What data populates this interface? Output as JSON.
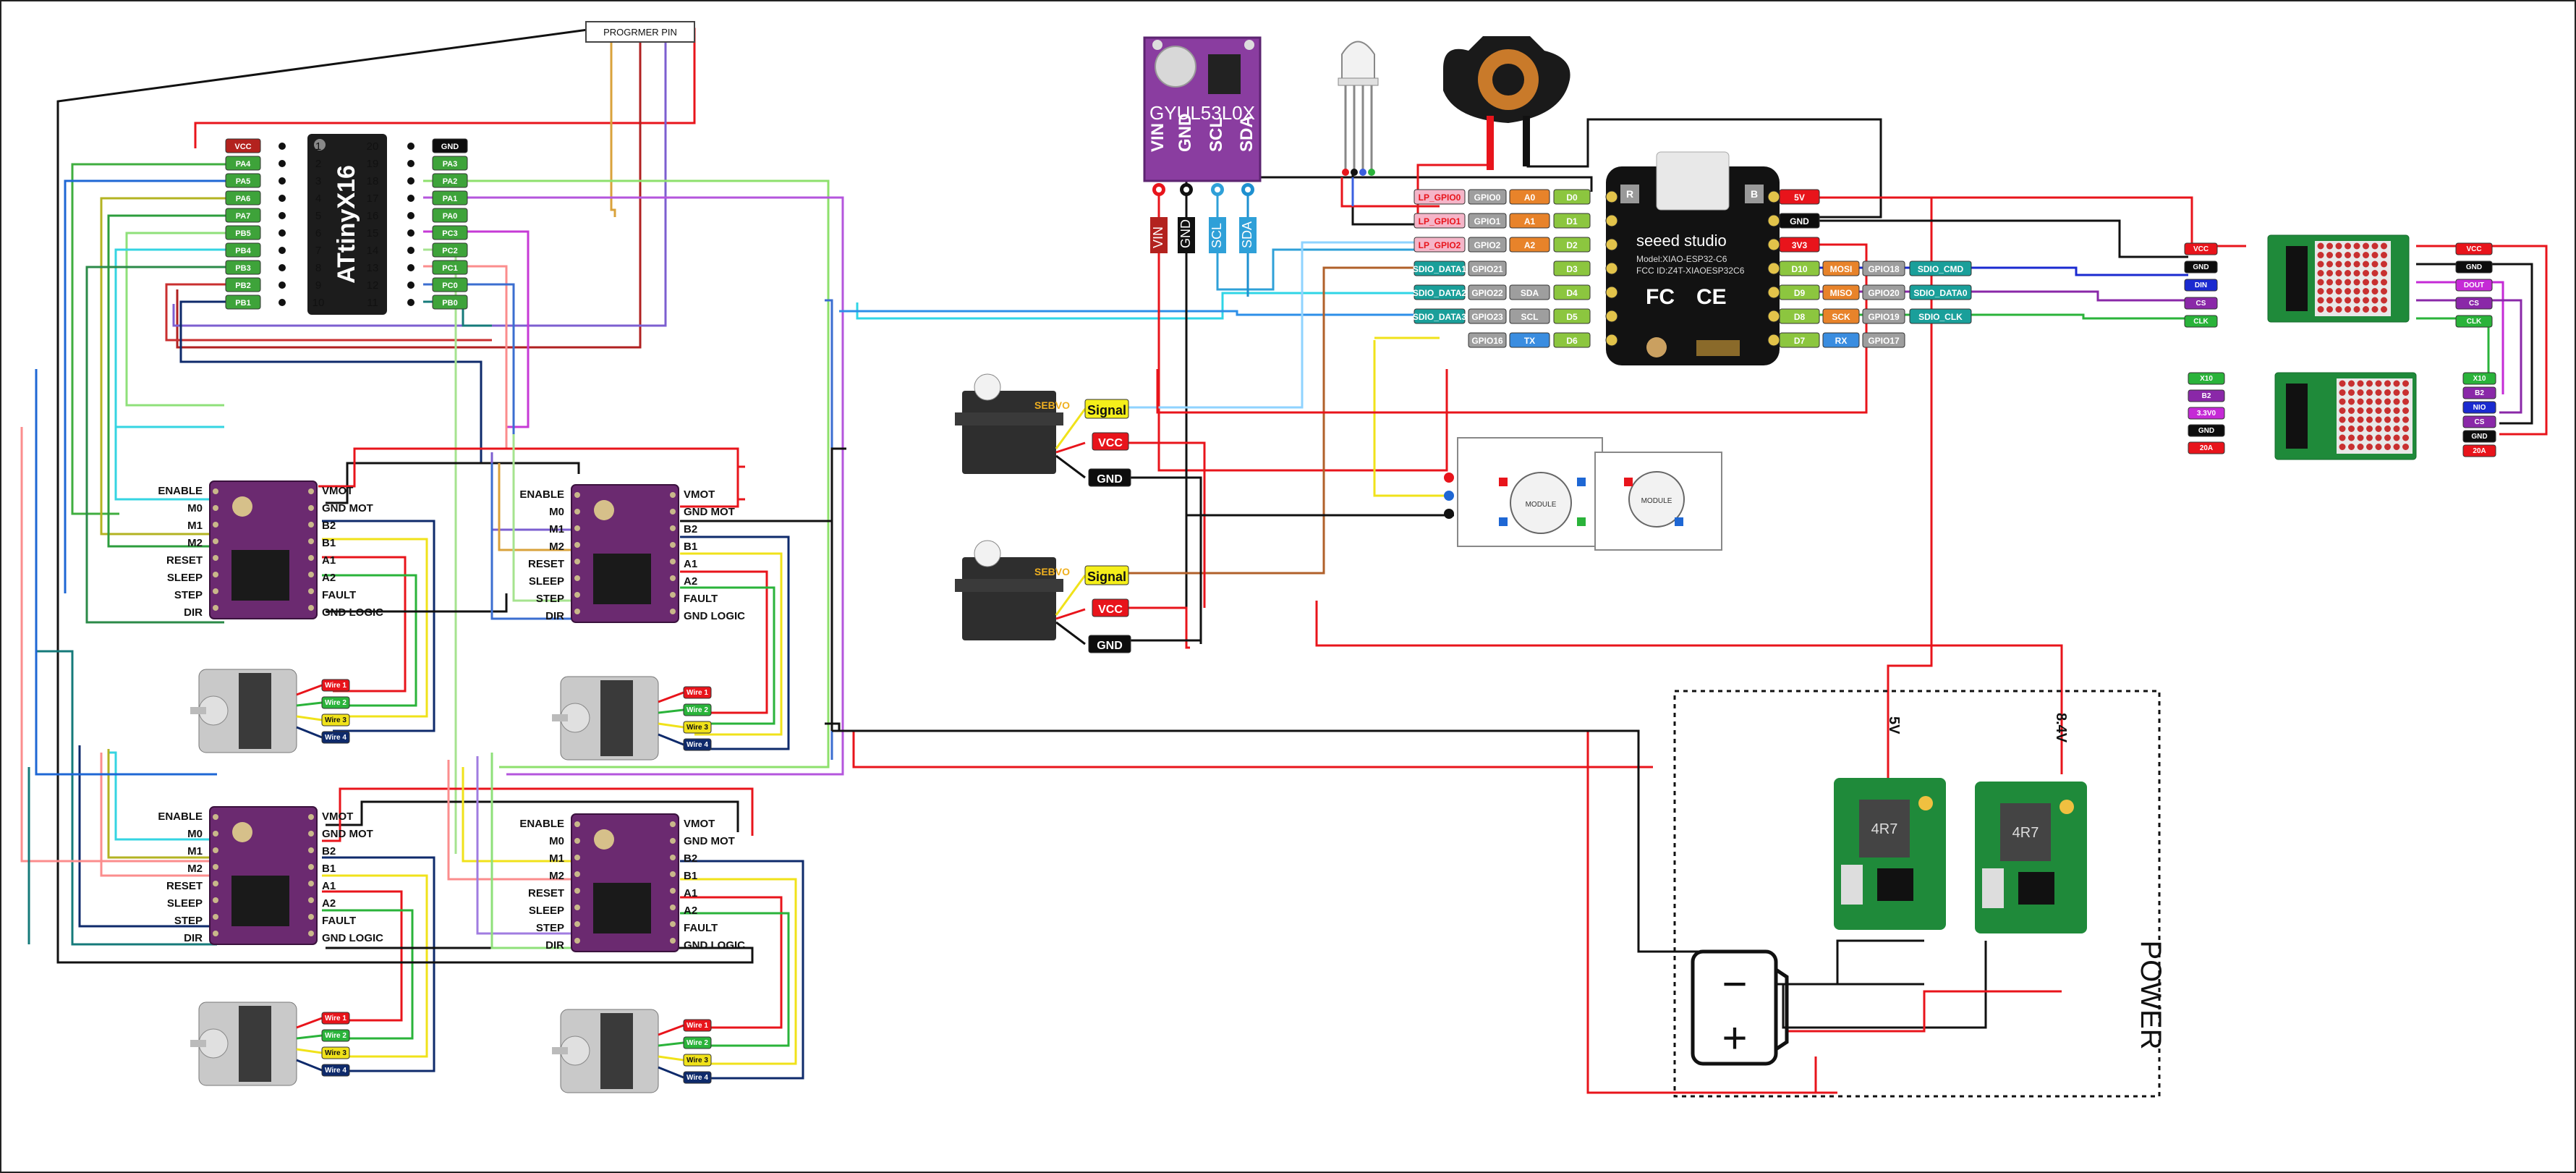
{
  "programmer": {
    "label": "PROGRMER PIN"
  },
  "attiny": {
    "name": "ATtinyX16",
    "left_pins": [
      "VCC",
      "PA4",
      "PA5",
      "PA6",
      "PA7",
      "PB5",
      "PB4",
      "PB3",
      "PB2",
      "PB1"
    ],
    "left_nums": [
      "1",
      "2",
      "3",
      "4",
      "5",
      "6",
      "7",
      "8",
      "9",
      "10"
    ],
    "right_pins": [
      "GND",
      "PA3",
      "PA2",
      "PA1",
      "PA0",
      "PC3",
      "PC2",
      "PC1",
      "PC0",
      "PB0"
    ],
    "right_nums": [
      "20",
      "19",
      "18",
      "17",
      "16",
      "15",
      "14",
      "13",
      "12",
      "11"
    ]
  },
  "driver": {
    "left_pins": [
      "ENABLE",
      "M0",
      "M1",
      "M2",
      "RESET",
      "SLEEP",
      "STEP",
      "DIR"
    ],
    "right_pins": [
      "VMOT",
      "GND MOT",
      "B2",
      "B1",
      "A1",
      "A2",
      "FAULT",
      "GND LOGIC"
    ]
  },
  "motor": {
    "wires": [
      "Wire 1",
      "Wire 2",
      "Wire 3",
      "Wire 4"
    ]
  },
  "sensor": {
    "name": "GYUL53L0X",
    "pins": [
      "VIN",
      "GND",
      "SCL",
      "SDA"
    ]
  },
  "servo": {
    "brand": "SEBVO",
    "labels": [
      "Signal",
      "VCC",
      "GND"
    ]
  },
  "xiao": {
    "brand": "seeed studio",
    "model": "Model:XIAO-ESP32-C6",
    "fcc": "FCC ID:Z4T-XIAOESP32C6",
    "marks": [
      "FC",
      "CE"
    ],
    "btn_r": "R",
    "btn_b": "B",
    "left_tags": [
      [
        "LP_GPIO0",
        "GPIO0",
        "A0",
        "D0"
      ],
      [
        "LP_GPIO1",
        "GPIO1",
        "A1",
        "D1"
      ],
      [
        "LP_GPIO2",
        "GPIO2",
        "A2",
        "D2"
      ],
      [
        "SDIO_DATA1",
        "GPIO21",
        "",
        "D3"
      ],
      [
        "SDIO_DATA2",
        "GPIO22",
        "SDA",
        "D4"
      ],
      [
        "SDIO_DATA3",
        "GPIO23",
        "SCL",
        "D5"
      ],
      [
        "",
        "GPIO16",
        "TX",
        "D6"
      ]
    ],
    "right_tags": [
      [
        "5V",
        "",
        "",
        ""
      ],
      [
        "GND",
        "",
        "",
        ""
      ],
      [
        "3V3",
        "",
        "",
        ""
      ],
      [
        "D10",
        "MOSI",
        "GPIO18",
        "SDIO_CMD"
      ],
      [
        "D9",
        "MISO",
        "GPIO20",
        "SDIO_DATA0"
      ],
      [
        "D8",
        "SCK",
        "GPIO19",
        "SDIO_CLK"
      ],
      [
        "D7",
        "RX",
        "GPIO17",
        ""
      ]
    ]
  },
  "matrix_top": {
    "labels": [
      "VCC",
      "GND",
      "DIN",
      "CS",
      "CLK"
    ]
  },
  "matrix_top_out": {
    "labels": [
      "VCC",
      "GND",
      "DOUT",
      "CS",
      "CLK"
    ]
  },
  "matrix_bottom_left": {
    "labels": [
      "X10",
      "B2",
      "3.3V0",
      "GND",
      "20A"
    ]
  },
  "matrix_bottom_right": {
    "labels": [
      "X10",
      "B2",
      "NIO",
      "CS",
      "GND",
      "20A"
    ]
  },
  "ir_module": {
    "label": "MODULE"
  },
  "power": {
    "title": "POWER",
    "v1": "5V",
    "v2": "8.4V",
    "inductor": "4R7",
    "minus": "−",
    "plus": "+"
  },
  "colors": {
    "red": "#e8141b",
    "black": "#111111",
    "green_tag": "#3ea33a",
    "vcc_tag": "#b3221e",
    "gnd_tag": "#0d0d0d",
    "driver_purple": "#6b2a70",
    "pcb_green": "#1f8a3a",
    "sensor_purple": "#8a3da0"
  }
}
